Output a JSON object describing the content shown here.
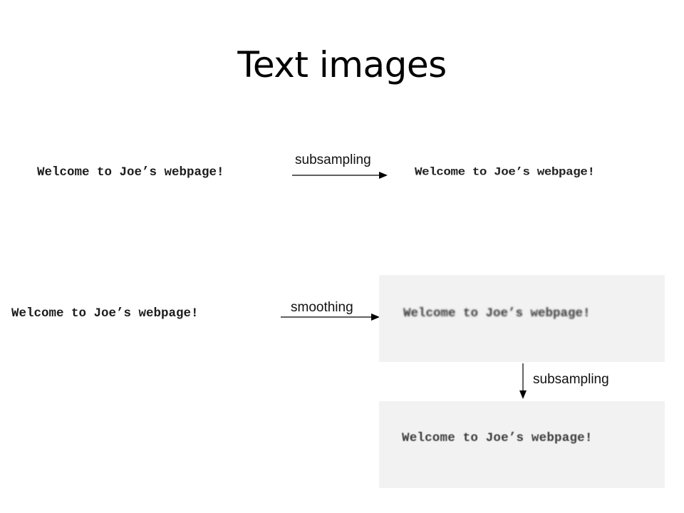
{
  "title": "Text images",
  "row1": {
    "original_text": "Welcome to Joe’s webpage!",
    "arrow_label": "subsampling",
    "result_text": "Welcome to Joe’s webpage!"
  },
  "row2": {
    "original_text": "Welcome to Joe’s webpage!",
    "arrow_label": "smoothing",
    "smoothed_text": "Welcome to Joe’s webpage!",
    "down_arrow_label": "subsampling",
    "final_text": "Welcome to Joe’s webpage!"
  }
}
